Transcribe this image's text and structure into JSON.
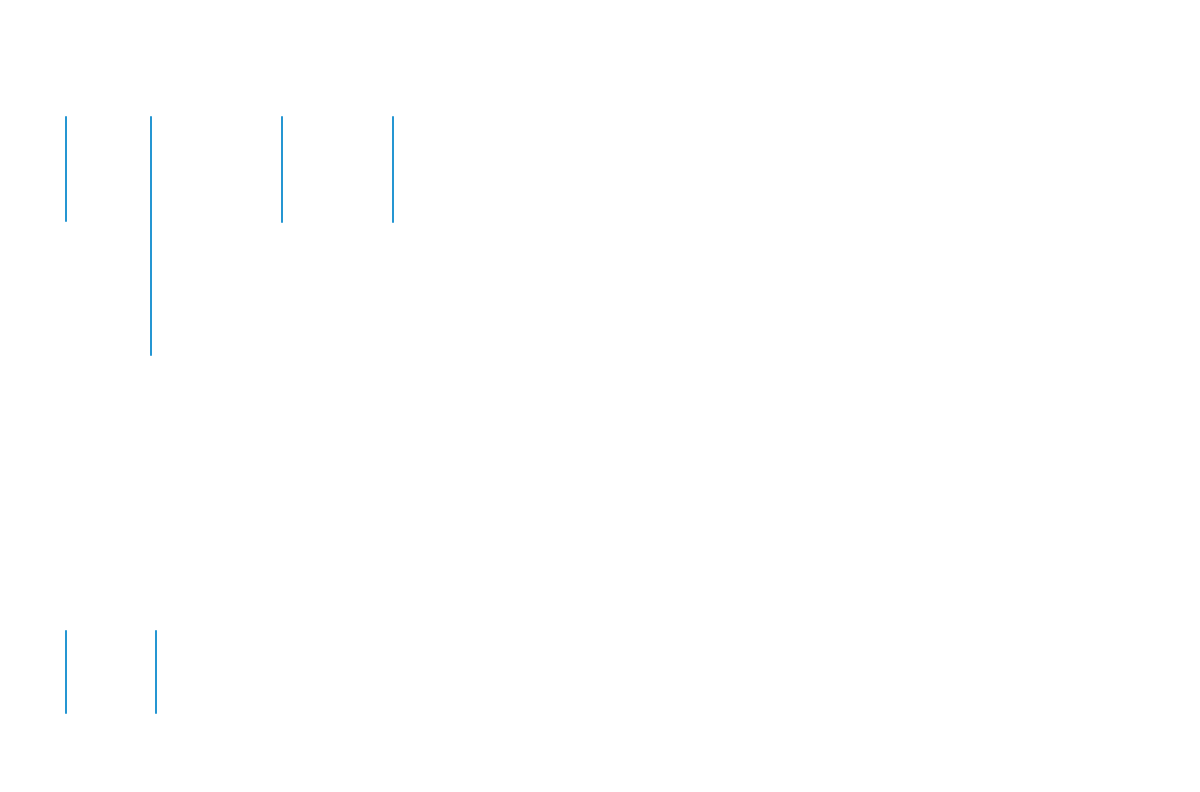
{
  "colors": {
    "background": "#ffffff",
    "line": "#2596d2"
  },
  "groups": [
    {
      "name": "top-group",
      "line_count": 4
    },
    {
      "name": "bottom-group",
      "line_count": 2
    }
  ]
}
